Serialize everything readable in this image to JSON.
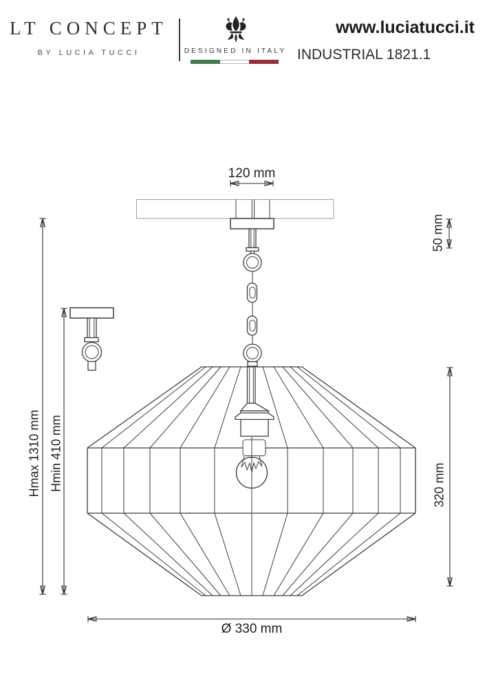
{
  "header": {
    "brand": {
      "title": "LT CONCEPT",
      "subtitle": "BY LUCIA TUCCI"
    },
    "made_in": {
      "icon": "fleur-de-lis",
      "label": "DESIGNED IN ITALY",
      "flag_colors": {
        "green": "#44784f",
        "white": "#ffffff",
        "red": "#96303c"
      }
    },
    "product": {
      "website": "www.luciatucci.it",
      "model": "INDUSTRIAL 1821.1"
    }
  },
  "drawing": {
    "dimensions": {
      "ceiling_plate_width": "120 mm",
      "canopy_height": "50 mm",
      "shade_height": "320 mm",
      "height_max": "Hmax 1310 mm",
      "height_min": "Hmin 410 mm",
      "diameter": "Ø 330 mm"
    },
    "colors": {
      "line": "#3b3b3b",
      "hatch": "#9e9e9e",
      "dim": "#2e2e2e"
    }
  }
}
